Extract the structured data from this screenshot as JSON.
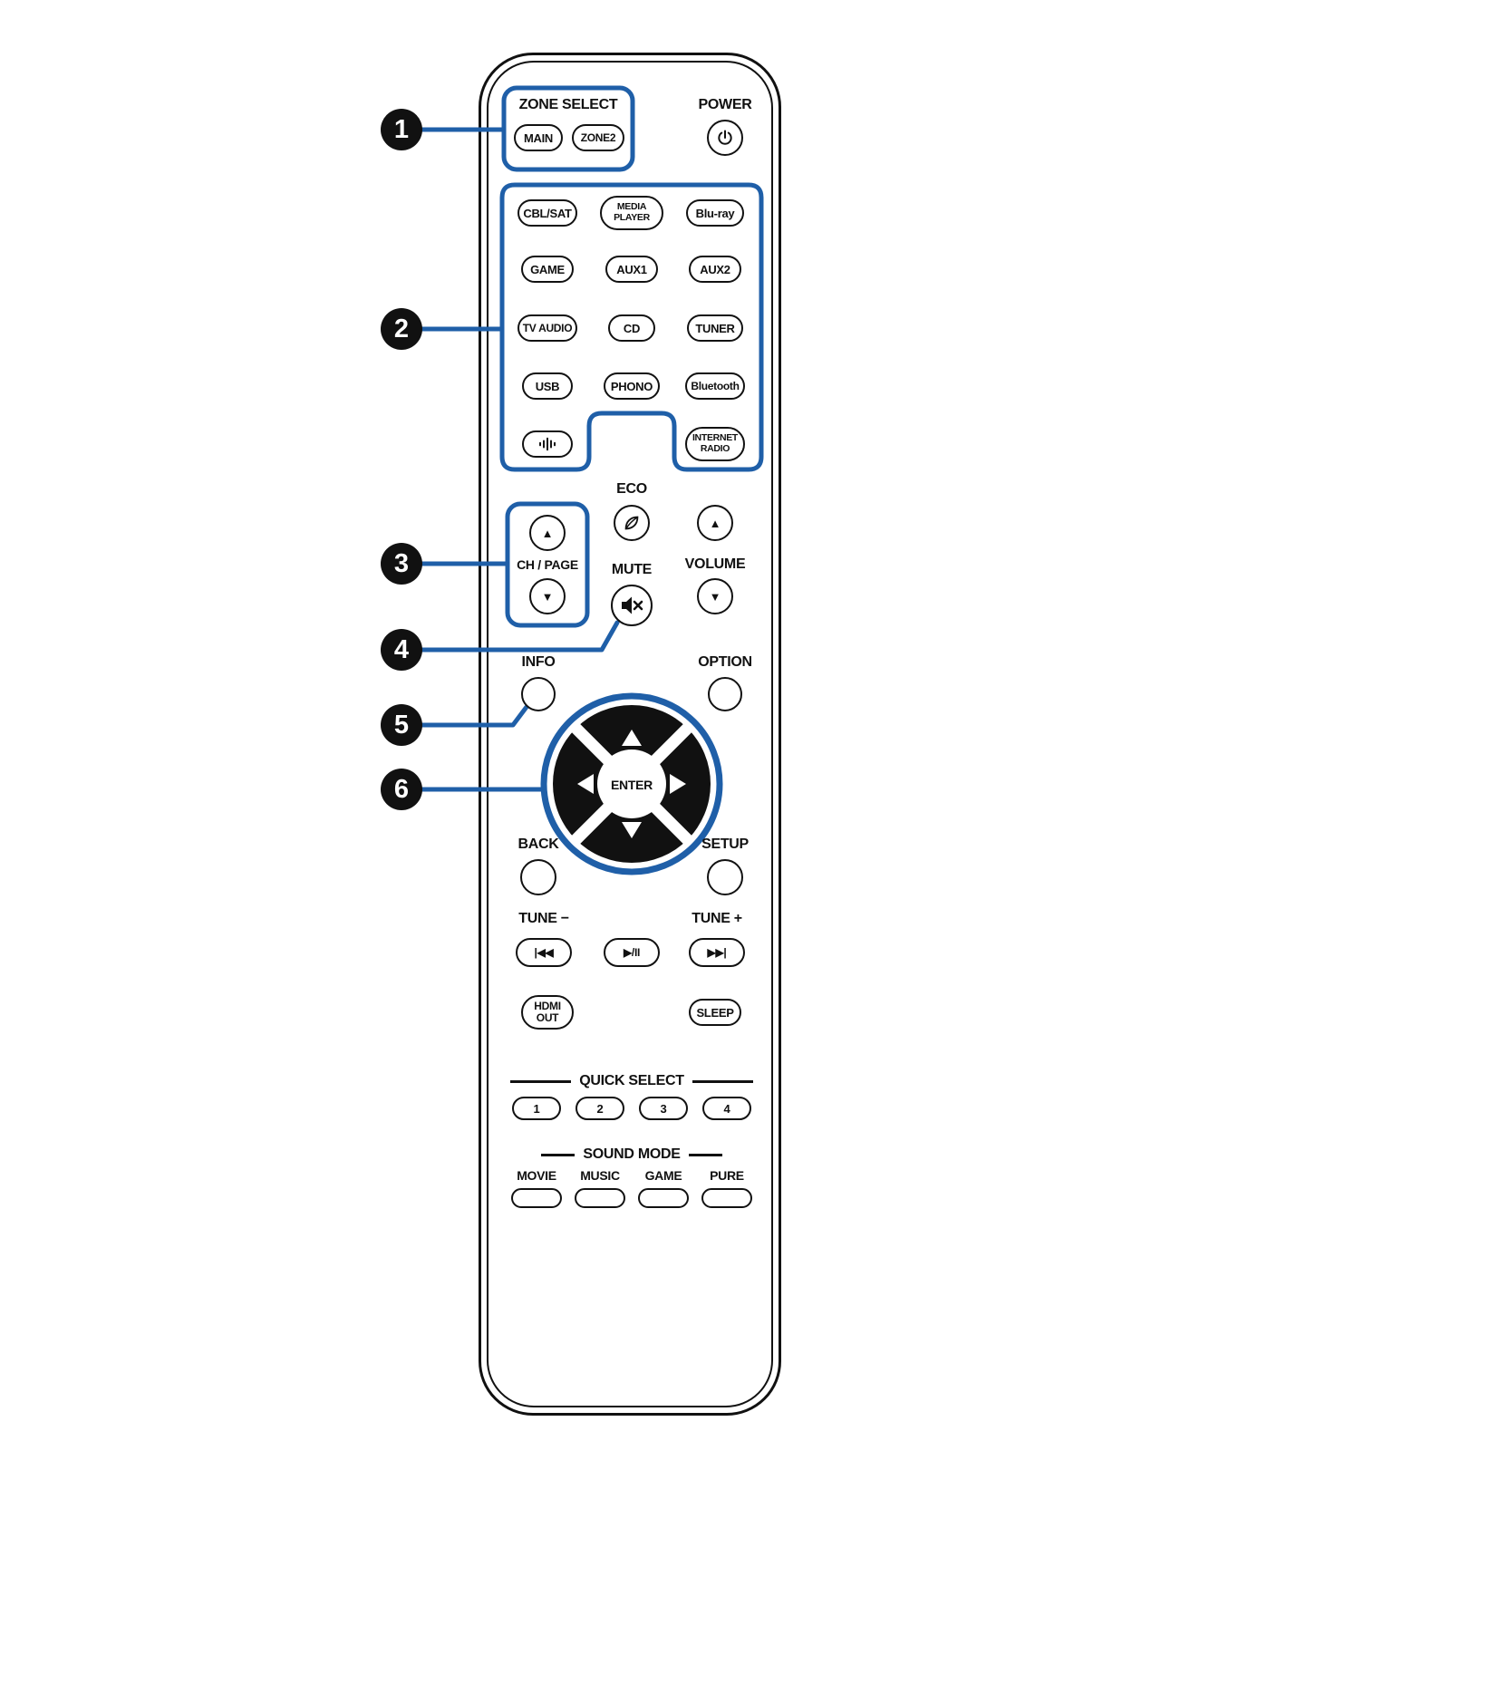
{
  "colors": {
    "callout_blue": "#1f5fa8",
    "ink": "#111111"
  },
  "callouts": [
    "1",
    "2",
    "3",
    "4",
    "5",
    "6"
  ],
  "zone_select": {
    "title": "ZONE SELECT",
    "main": "MAIN",
    "zone2": "ZONE2"
  },
  "power": {
    "label": "POWER",
    "icon": "power-icon"
  },
  "sources": [
    {
      "label": "CBL/SAT"
    },
    {
      "label": "MEDIA",
      "label2": "PLAYER"
    },
    {
      "label": "Blu-ray"
    },
    {
      "label": "GAME"
    },
    {
      "label": "AUX1"
    },
    {
      "label": "AUX2"
    },
    {
      "label": "TV AUDIO"
    },
    {
      "label": "CD"
    },
    {
      "label": "TUNER"
    },
    {
      "label": "USB"
    },
    {
      "label": "PHONO"
    },
    {
      "label": "Bluetooth"
    },
    {
      "icon": "equalizer-bars-icon"
    },
    {
      "label": "INTERNET",
      "label2": "RADIO"
    }
  ],
  "eco": {
    "label": "ECO",
    "icon": "leaf-icon"
  },
  "ch_page": {
    "label": "CH / PAGE",
    "up": "▲",
    "down": "▼"
  },
  "volume": {
    "label": "VOLUME",
    "up": "▲",
    "down": "▼"
  },
  "mute": {
    "label": "MUTE",
    "icon": "speaker-mute-icon"
  },
  "info": {
    "label": "INFO"
  },
  "option": {
    "label": "OPTION"
  },
  "nav": {
    "enter": "ENTER",
    "icons": [
      "up-arrow-icon",
      "down-arrow-icon",
      "left-arrow-icon",
      "right-arrow-icon"
    ]
  },
  "back": {
    "label": "BACK"
  },
  "setup": {
    "label": "SETUP"
  },
  "tune": {
    "minus": "TUNE −",
    "plus": "TUNE +"
  },
  "transport": {
    "skip_back": "|◀◀",
    "play_pause": "▶/II",
    "skip_fwd": "▶▶|"
  },
  "hdmi": {
    "line1": "HDMI",
    "line2": "OUT"
  },
  "sleep": {
    "label": "SLEEP"
  },
  "quick_select": {
    "title": "QUICK SELECT",
    "buttons": [
      "1",
      "2",
      "3",
      "4"
    ]
  },
  "sound_mode": {
    "title": "SOUND MODE",
    "modes": [
      "MOVIE",
      "MUSIC",
      "GAME",
      "PURE"
    ]
  }
}
